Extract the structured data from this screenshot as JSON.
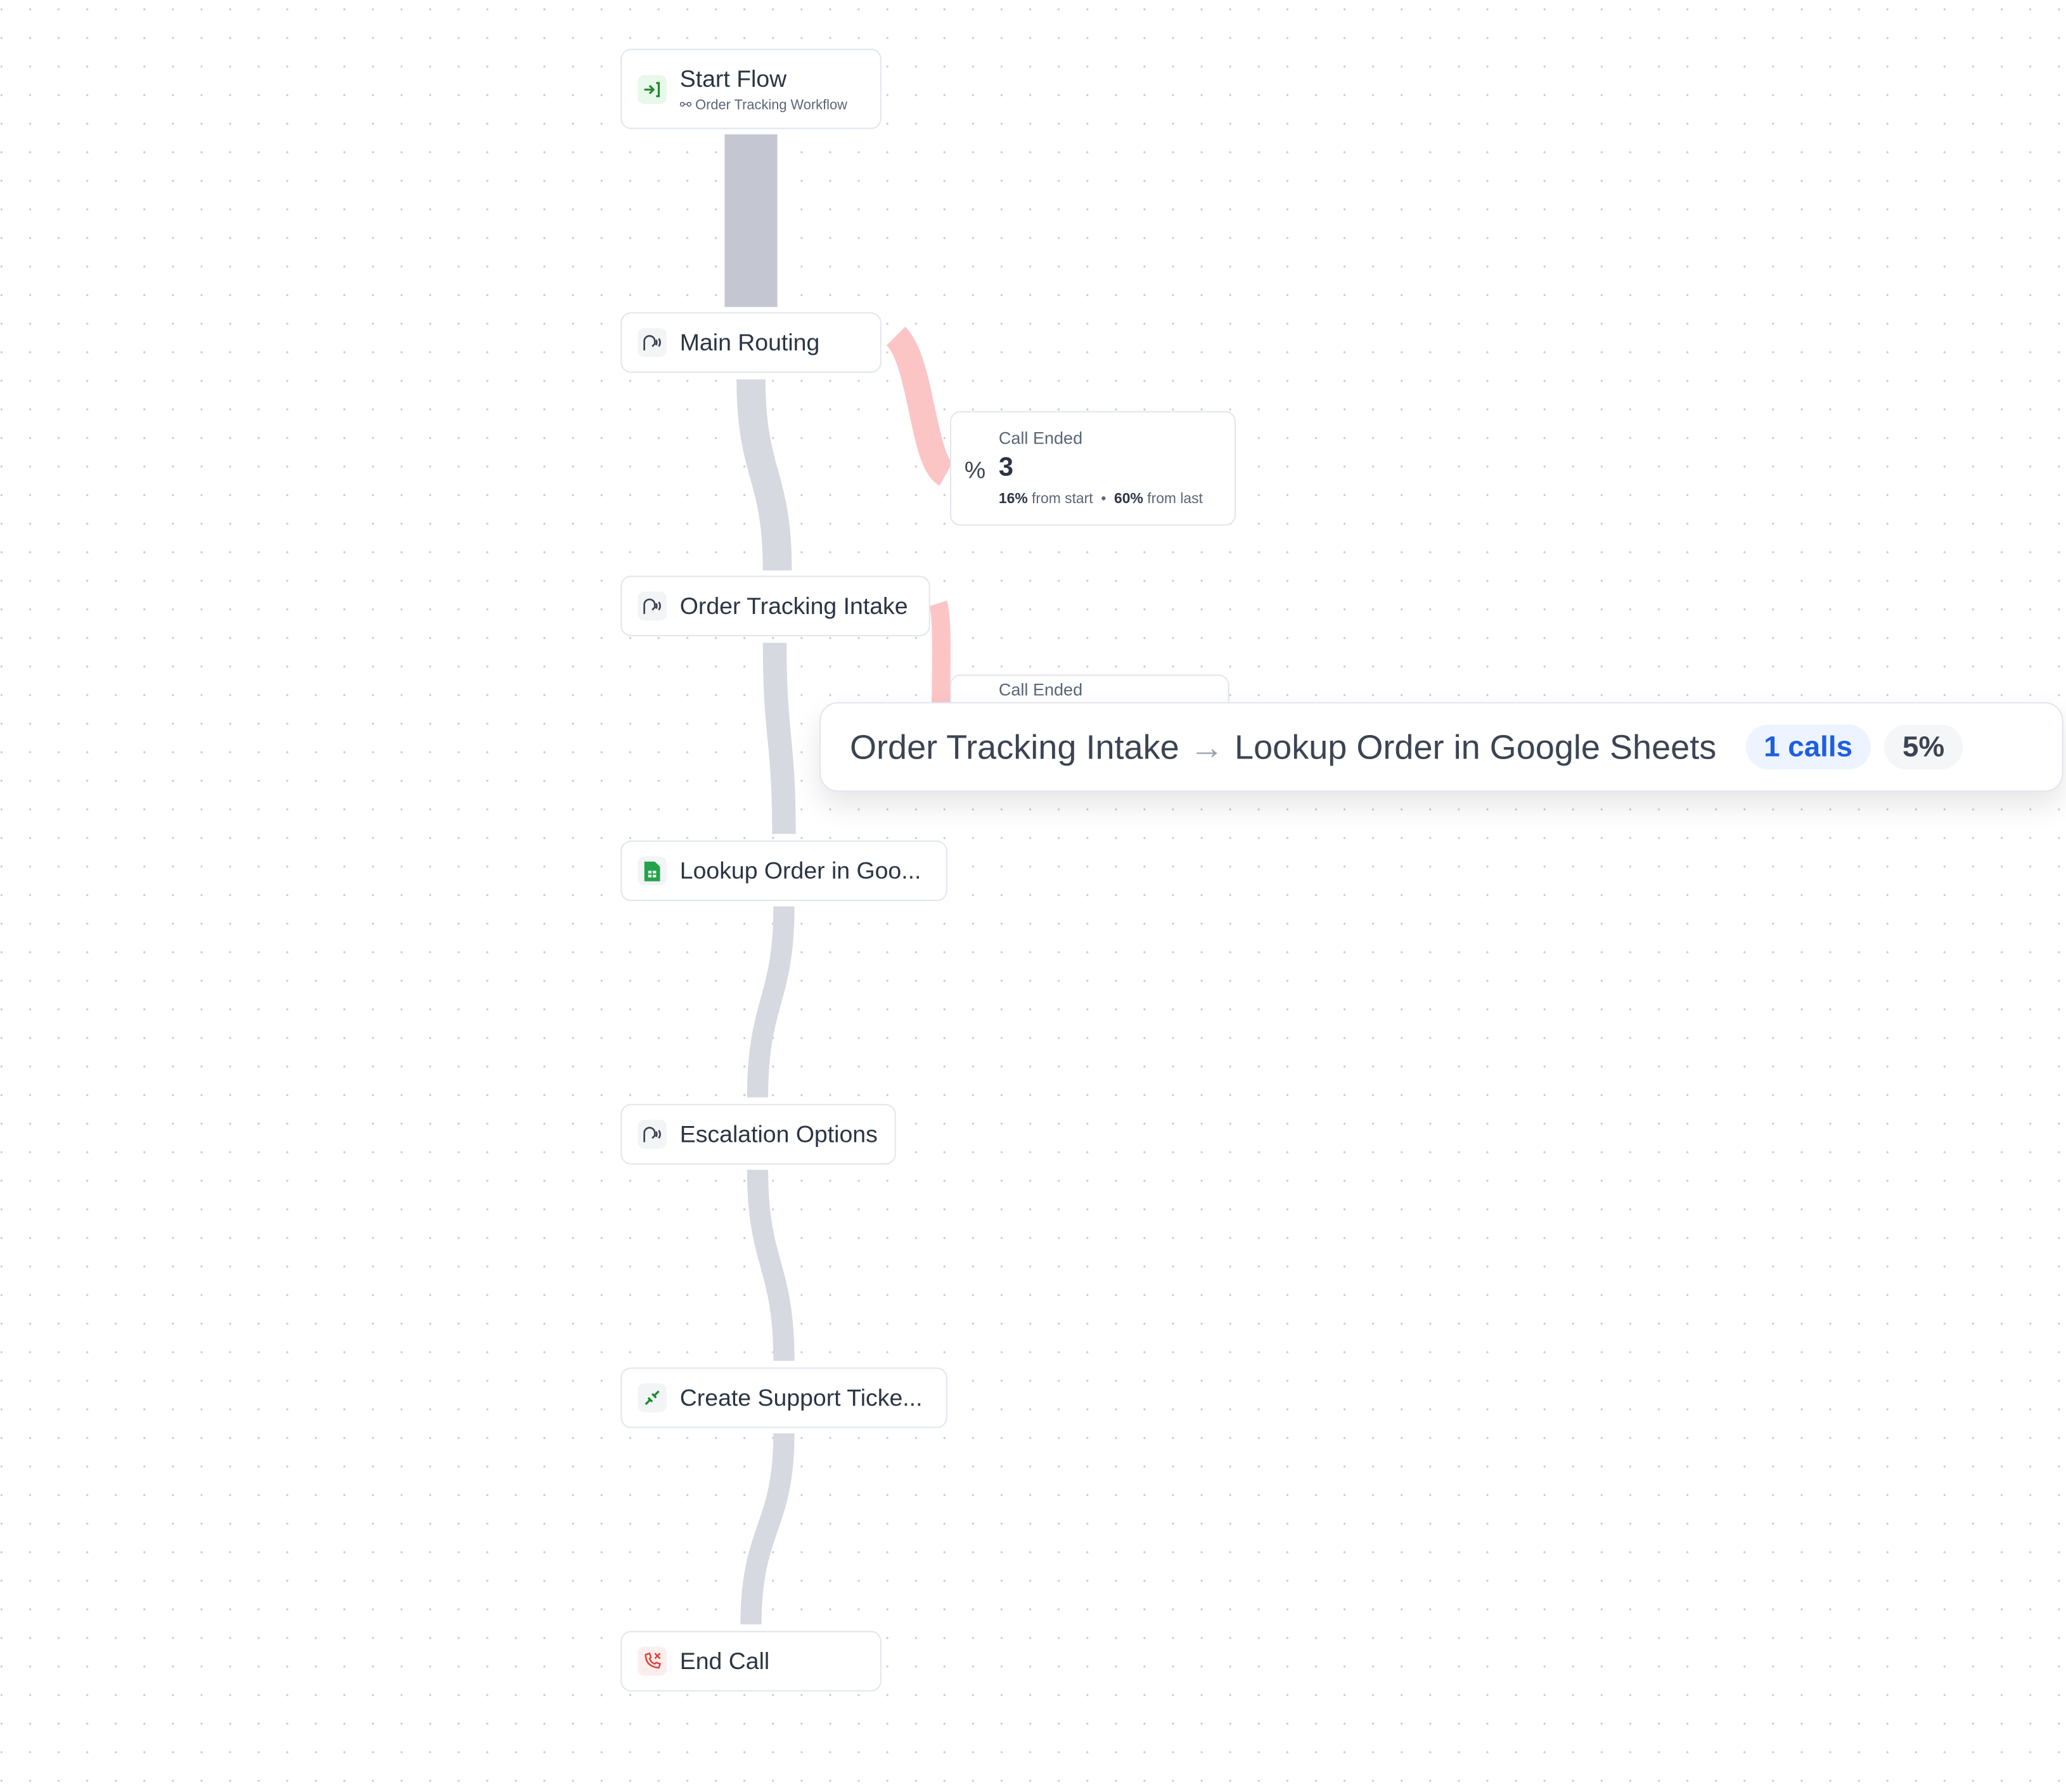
{
  "nodes": [
    {
      "label": "Start Flow",
      "subtitle": "Order Tracking Workflow",
      "icon": "enter-icon"
    },
    {
      "label": "Main Routing",
      "icon": "voice-agent-icon"
    },
    {
      "label": "Order Tracking Intake",
      "icon": "voice-agent-icon"
    },
    {
      "label": "Lookup Order in Goo...",
      "icon": "google-sheets-icon"
    },
    {
      "label": "Escalation Options",
      "icon": "voice-agent-icon"
    },
    {
      "label": "Create Support Ticke...",
      "icon": "webhook-icon"
    },
    {
      "label": "End Call",
      "icon": "phone-x-icon"
    }
  ],
  "drop_cards": [
    {
      "title": "Call Ended",
      "count": "3",
      "from_start": "16%",
      "from_start_label": "from start",
      "from_last": "60%",
      "from_last_label": "from last"
    },
    {
      "title": "Call Ended"
    }
  ],
  "tooltip": {
    "from": "Order Tracking Intake",
    "arrow": "→",
    "to": "Lookup Order in Google Sheets",
    "calls": "1 calls",
    "percent": "5%"
  },
  "colors": {
    "edge": "#d6d9e0",
    "edge_start": "#c4c7d2",
    "drop_edge": "#fcc5c5",
    "calls_accent": "#1d5fe0",
    "sheets_green": "#22a34a",
    "end_red": "#e0413a"
  }
}
